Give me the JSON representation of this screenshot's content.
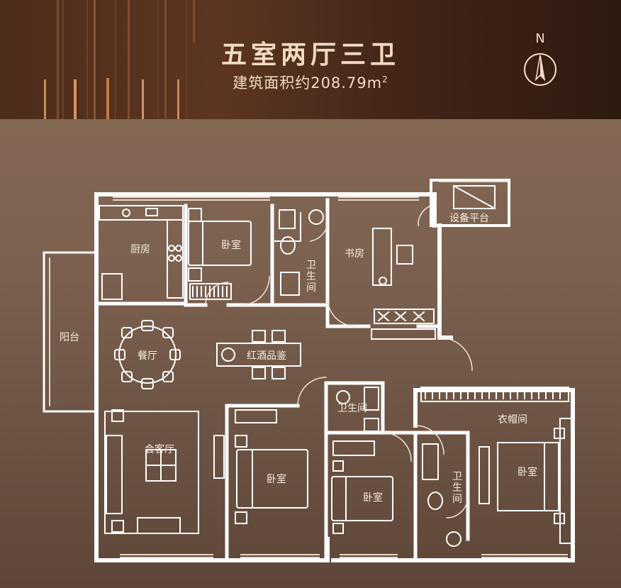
{
  "header": {
    "title": "五室两厅三卫",
    "area_prefix": "建筑面积约208.79m",
    "area_sup": "2"
  },
  "compass": {
    "label": "N"
  },
  "rooms": {
    "kitchen": "厨房",
    "bedroom_north": "卧室",
    "bathroom_north": "卫生间",
    "study": "书房",
    "equipment_platform": "设备平台",
    "balcony": "阳台",
    "dining": "餐厅",
    "wine_tasting": "红酒品鉴",
    "bathroom_center": "卫生间",
    "walk_in_closet": "衣帽间",
    "living_room": "会客厅",
    "bedroom_south_1": "卧室",
    "bedroom_south_2": "卧室",
    "bathroom_master": "卫生间",
    "bedroom_master": "卧室"
  },
  "colors": {
    "header_bg": "#4e2c1a",
    "plan_bg": "#7c6150",
    "wall": "#ffffff",
    "title_text": "#f3dcc4"
  }
}
